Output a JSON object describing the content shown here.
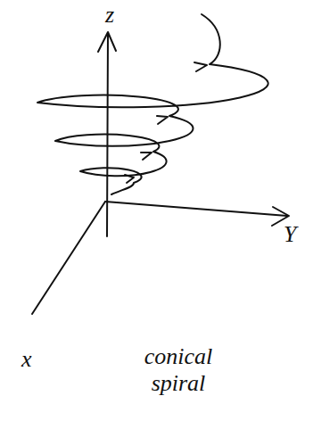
{
  "diagram": {
    "labels": [
      "z",
      "Y",
      "x",
      "conical spiral"
    ]
  }
}
